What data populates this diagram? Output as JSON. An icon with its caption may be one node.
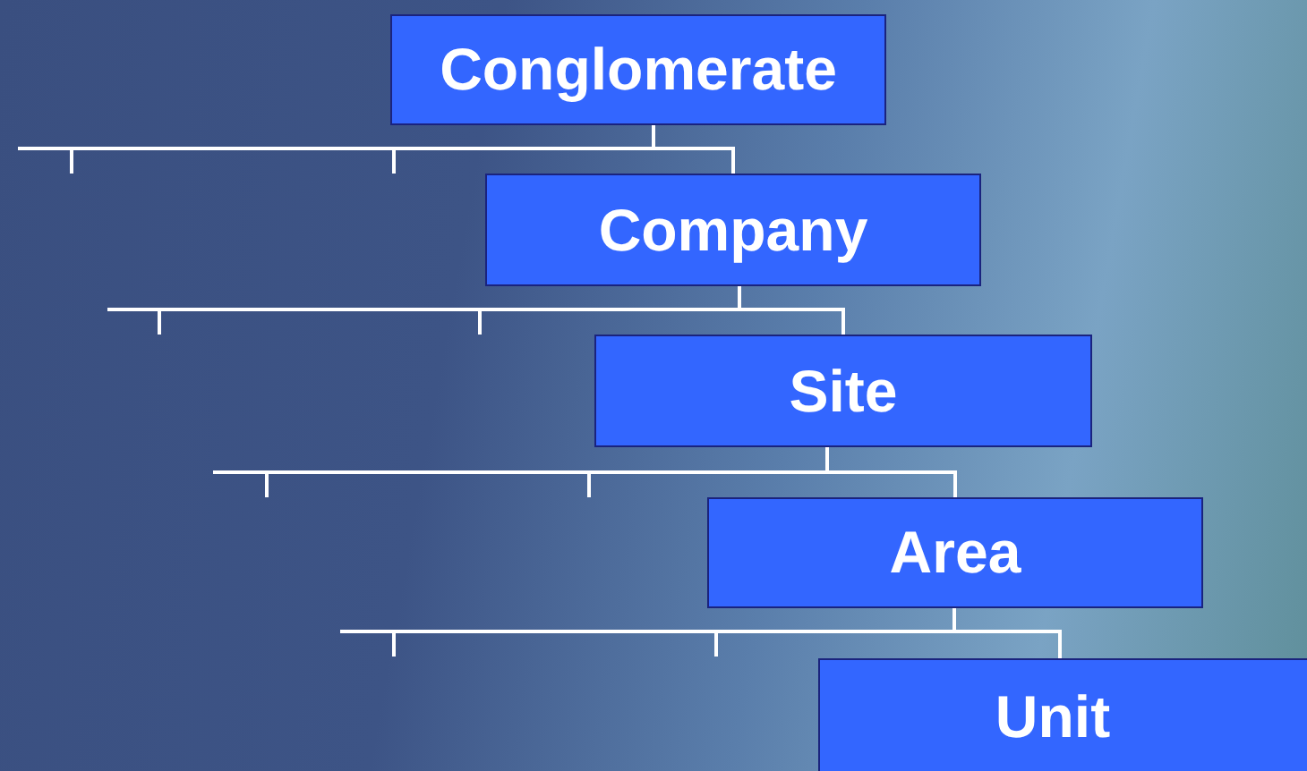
{
  "diagram": {
    "nodes": [
      {
        "text": [
          "Conglomerate"
        ]
      },
      {
        "text": [
          "Company"
        ]
      },
      {
        "text": [
          "Site"
        ]
      },
      {
        "text": [
          "Area"
        ]
      },
      {
        "text": [
          "Unit"
        ]
      }
    ],
    "edges": [
      {
        "from": 0,
        "to": null,
        "arrow": "none"
      },
      {
        "from": 0,
        "to": null,
        "arrow": "none"
      },
      {
        "from": 0,
        "to": 1,
        "arrow": "none"
      },
      {
        "from": 1,
        "to": null,
        "arrow": "none"
      },
      {
        "from": 1,
        "to": null,
        "arrow": "none"
      },
      {
        "from": 1,
        "to": 2,
        "arrow": "none"
      },
      {
        "from": 2,
        "to": null,
        "arrow": "none"
      },
      {
        "from": 2,
        "to": null,
        "arrow": "none"
      },
      {
        "from": 2,
        "to": 3,
        "arrow": "none"
      },
      {
        "from": 3,
        "to": null,
        "arrow": "none"
      },
      {
        "from": 3,
        "to": null,
        "arrow": "none"
      },
      {
        "from": 3,
        "to": 4,
        "arrow": "none"
      }
    ]
  }
}
